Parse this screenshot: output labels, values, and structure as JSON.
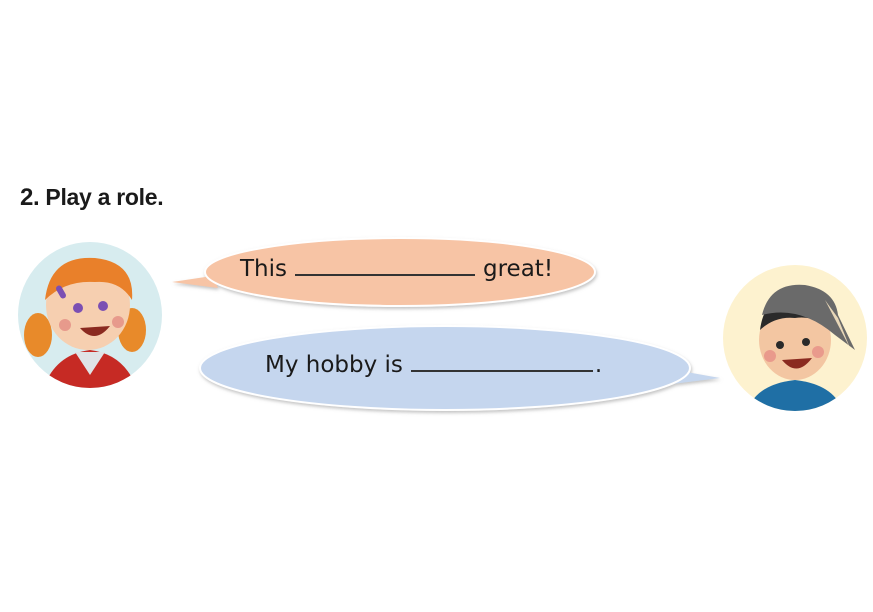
{
  "exercise": {
    "number": "2.",
    "title": "Play a role."
  },
  "dialogue": [
    {
      "speaker": "girl",
      "before": "This",
      "after": "great!",
      "bubble_color": "#f7c4a5"
    },
    {
      "speaker": "boy",
      "before": "My hobby is",
      "after": ".",
      "bubble_color": "#c5d6ee"
    }
  ],
  "colors": {
    "girl_bg": "#d7ecef",
    "boy_bg": "#fdf2cf"
  }
}
